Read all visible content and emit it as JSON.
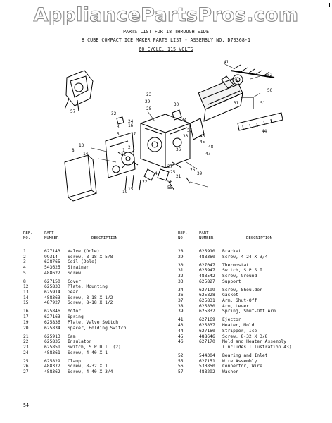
{
  "watermark": "AppliancePartsPros.com",
  "header": {
    "line1": "PARTS LIST FOR 18 THROUGH SIDE",
    "line2": "8 CUBE COMPACT ICE MAKER PARTS LIST - ASSEMBLY NO. D70368-1",
    "line3": "60 CYCLE, 115 VOLTS"
  },
  "diagram_labels": [
    "41",
    "52",
    "50",
    "51",
    "23",
    "29",
    "28",
    "30",
    "31",
    "44",
    "32",
    "33",
    "34",
    "37",
    "24",
    "16",
    "3",
    "36",
    "17",
    "27",
    "57",
    "5",
    "1",
    "12",
    "14",
    "39",
    "2",
    "26",
    "8",
    "15",
    "13",
    "4",
    "25",
    "21",
    "22",
    "19",
    "56",
    "55",
    "47",
    "46",
    "45",
    "48"
  ],
  "table": {
    "columns": {
      "ref": "REF.\nNO.",
      "part": "PART\nNUMBER",
      "desc": "DESCRIPTION"
    },
    "left_groups": [
      [
        {
          "ref": "1",
          "part": "627143",
          "desc": "Valve (Dole)"
        },
        {
          "ref": "2",
          "part": "99314",
          "desc": "Screw, 8-18 X 5/8"
        },
        {
          "ref": "3",
          "part": "628765",
          "desc": "Coil (Dole)"
        },
        {
          "ref": "4",
          "part": "543625",
          "desc": "Strainer"
        },
        {
          "ref": "5",
          "part": "488622",
          "desc": "Screw"
        }
      ],
      [
        {
          "ref": "8",
          "part": "627150",
          "desc": "Cover"
        },
        {
          "ref": "12",
          "part": "625833",
          "desc": "Plate, Mounting"
        },
        {
          "ref": "13",
          "part": "625914",
          "desc": "Gear"
        },
        {
          "ref": "14",
          "part": "488363",
          "desc": "Screw, 8-18 X 1/2"
        },
        {
          "ref": "15",
          "part": "487927",
          "desc": "Screw, 8-18 X 1/2"
        }
      ],
      [
        {
          "ref": "16",
          "part": "625846",
          "desc": "Motor"
        },
        {
          "ref": "17",
          "part": "627163",
          "desc": "Spring"
        },
        {
          "ref": "19",
          "part": "625836",
          "desc": "Plate, Valve Switch"
        },
        {
          "ref": "20",
          "part": "625834",
          "desc": "Spacer, Holding Switch"
        }
      ],
      [
        {
          "ref": "21",
          "part": "625913",
          "desc": "Cam"
        },
        {
          "ref": "22",
          "part": "625835",
          "desc": "Insulator"
        },
        {
          "ref": "23",
          "part": "625851",
          "desc": "Switch, S.P.D.T. (2)"
        },
        {
          "ref": "24",
          "part": "488361",
          "desc": "Screw, 4-40 X 1"
        }
      ],
      [
        {
          "ref": "25",
          "part": "625829",
          "desc": "Clamp"
        },
        {
          "ref": "26",
          "part": "488372",
          "desc": "Screw, 8-32 X 1"
        },
        {
          "ref": "27",
          "part": "488362",
          "desc": "Screw, 4-40 X 3/4"
        }
      ]
    ],
    "right_groups": [
      [
        {
          "ref": "28",
          "part": "625910",
          "desc": "Bracket"
        },
        {
          "ref": "29",
          "part": "488360",
          "desc": "Screw, 4-24 X 3/4"
        }
      ],
      [
        {
          "ref": "30",
          "part": "627047",
          "desc": "Thermostat"
        },
        {
          "ref": "31",
          "part": "625947",
          "desc": "Switch, S.P.S.T."
        },
        {
          "ref": "32",
          "part": "488542",
          "desc": "Screw, Ground"
        },
        {
          "ref": "33",
          "part": "625827",
          "desc": "Support"
        }
      ],
      [
        {
          "ref": "34",
          "part": "627199",
          "desc": "Screw, Shoulder"
        },
        {
          "ref": "36",
          "part": "625828",
          "desc": "Gasket"
        },
        {
          "ref": "37",
          "part": "625831",
          "desc": "Arm, Shut-Off"
        },
        {
          "ref": "38",
          "part": "625830",
          "desc": "Arm, Lever"
        },
        {
          "ref": "39",
          "part": "625832",
          "desc": "Spring, Shut-Off Arm"
        }
      ],
      [
        {
          "ref": "41",
          "part": "627169",
          "desc": "Ejector"
        },
        {
          "ref": "43",
          "part": "625837",
          "desc": "Heater, Mold"
        },
        {
          "ref": "44",
          "part": "627160",
          "desc": "Stripper, Ice"
        },
        {
          "ref": "45",
          "part": "488646",
          "desc": "Screw, 8-32 X 3/8"
        },
        {
          "ref": "46",
          "part": "627170",
          "desc": "Mold and Heater Assembly"
        },
        {
          "ref": "",
          "part": "",
          "desc": "(Includes Illustration 43)"
        }
      ],
      [
        {
          "ref": "52",
          "part": "544304",
          "desc": "Bearing and Inlet"
        },
        {
          "ref": "55",
          "part": "627151",
          "desc": "Wire Assembly"
        },
        {
          "ref": "56",
          "part": "530850",
          "desc": "Connector, Wire"
        },
        {
          "ref": "57",
          "part": "488292",
          "desc": "Washer"
        }
      ]
    ]
  },
  "page_number": "54"
}
